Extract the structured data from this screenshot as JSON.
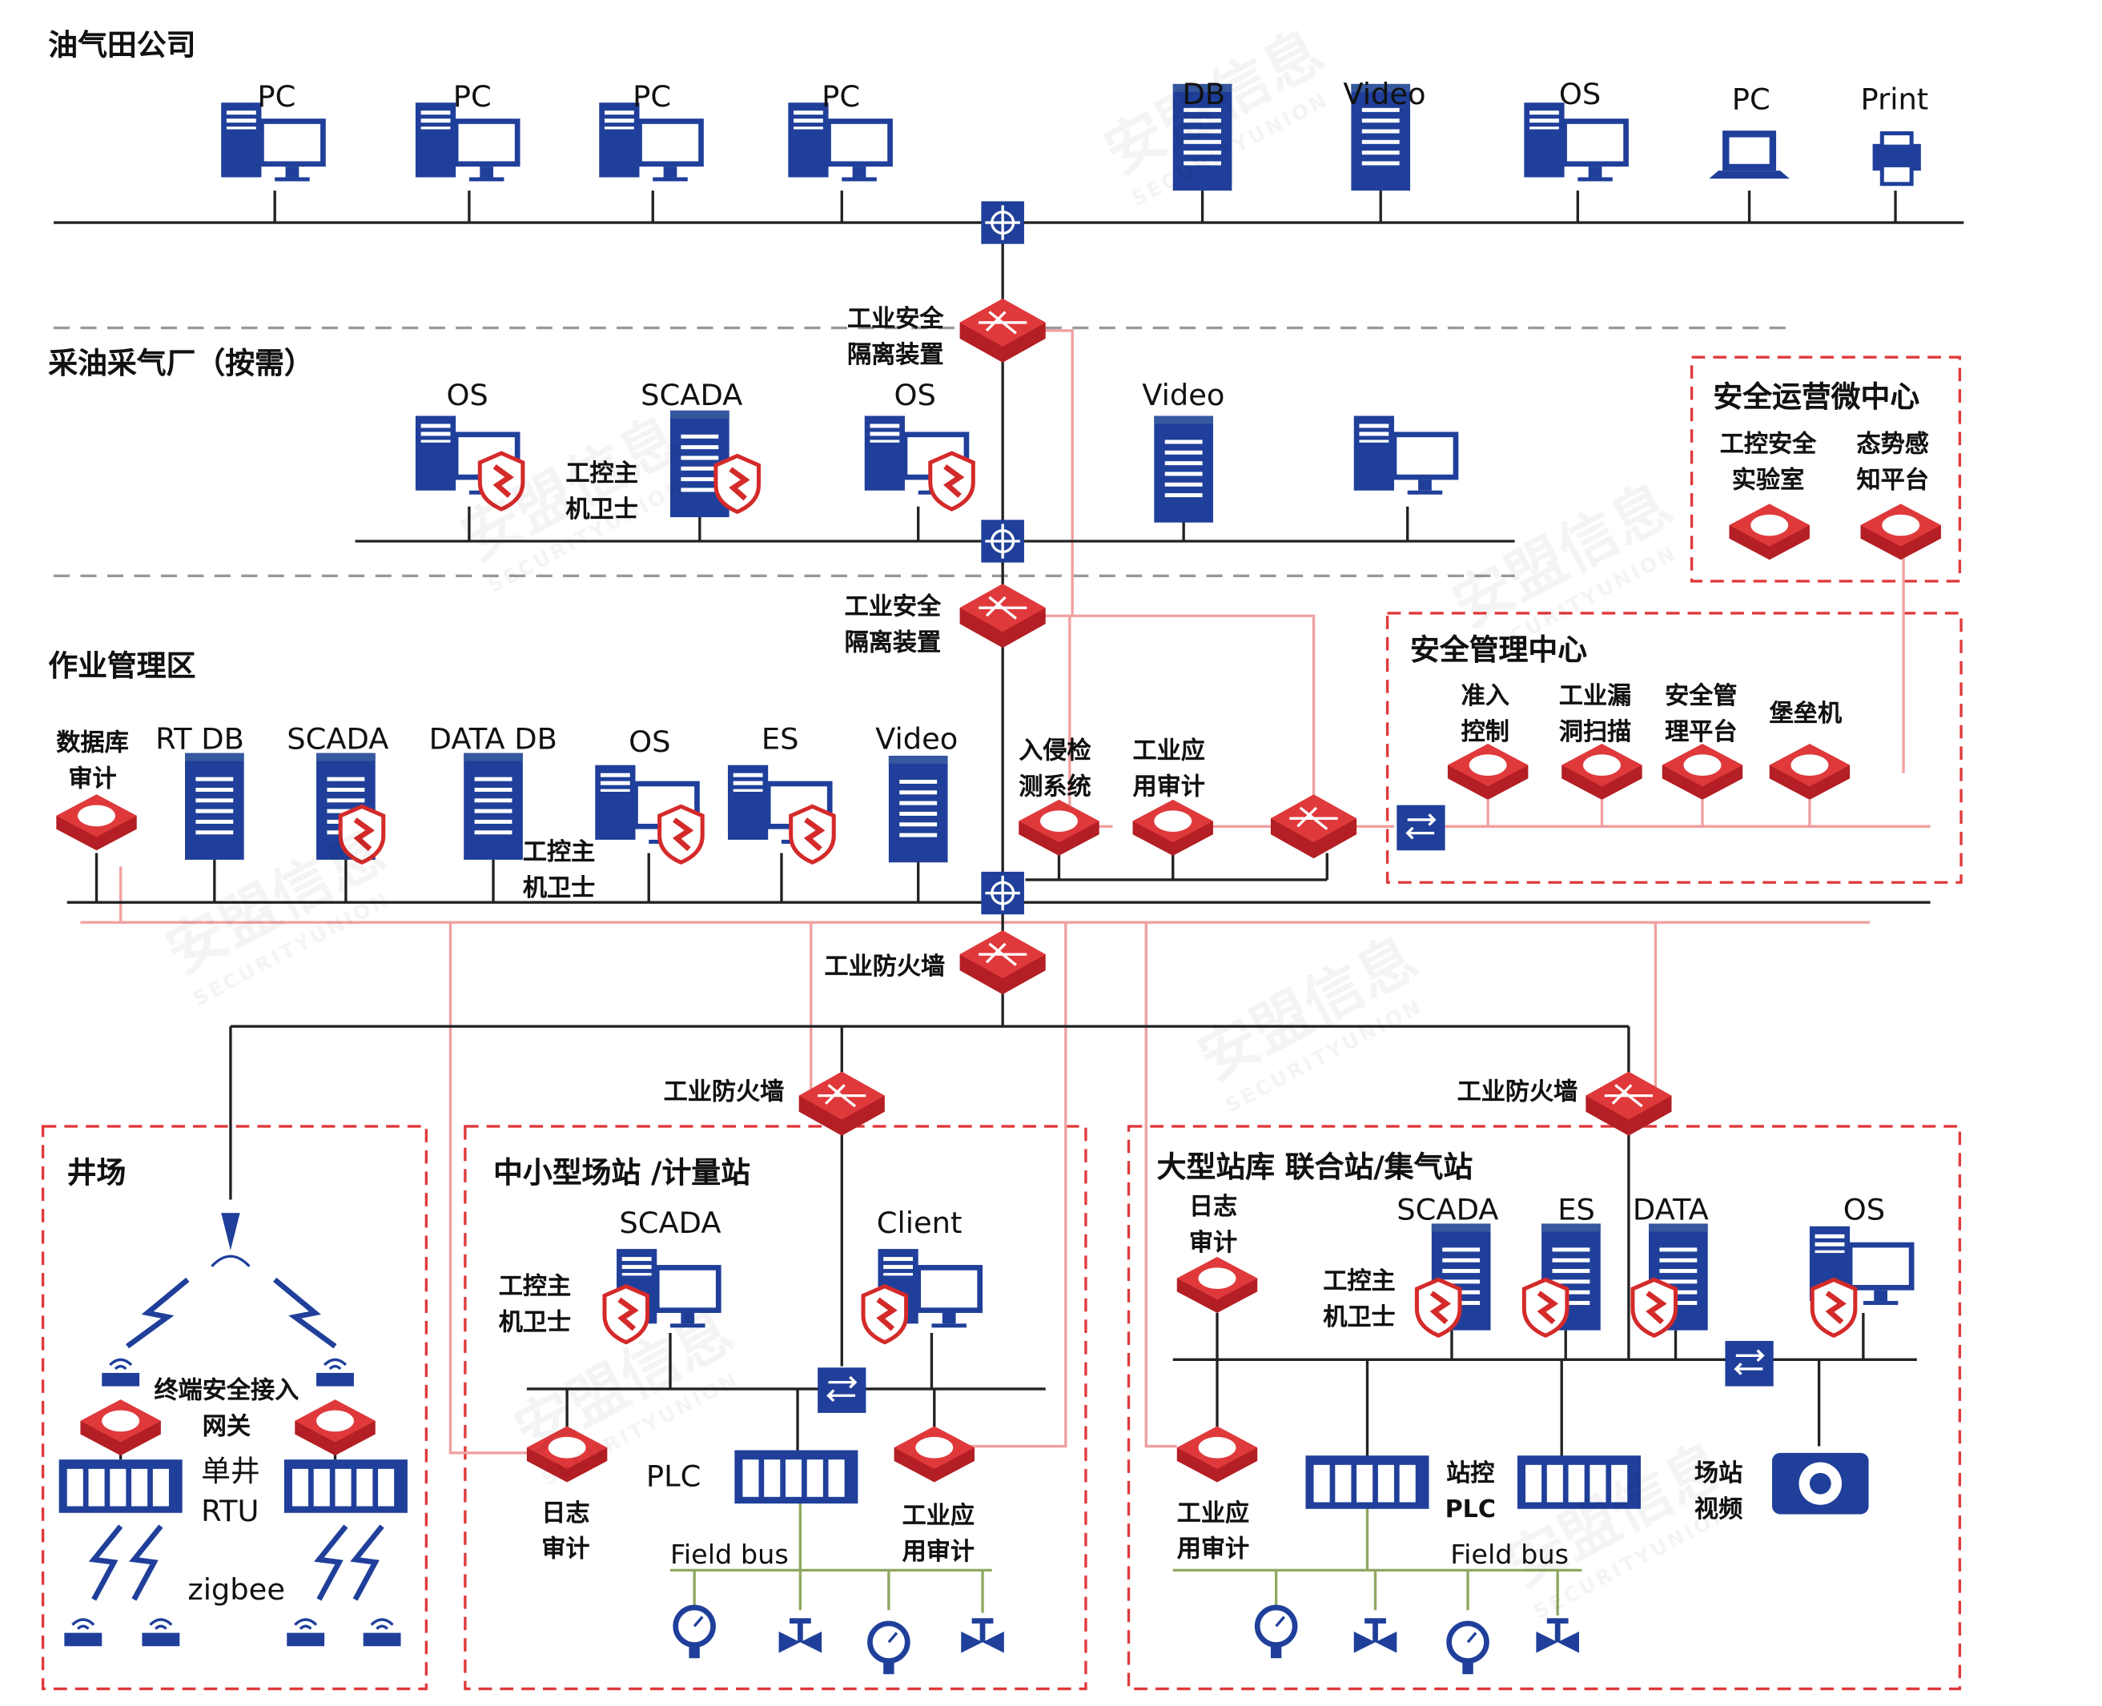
{
  "zones": {
    "company": "油气田公司",
    "plant": "采油采气厂（按需）",
    "ops": "作业管理区",
    "soc_micro": "安全运营微中心",
    "mgmt": "安全管理中心",
    "well": "井场",
    "small_station": "中小型场站 /计量站",
    "large_station": "大型站库 联合站/集气站"
  },
  "company_nodes": [
    "PC",
    "PC",
    "PC",
    "PC",
    "DB",
    "Video",
    "OS",
    "PC",
    "Print"
  ],
  "plant_nodes": [
    "OS",
    "SCADA",
    "OS",
    "Video"
  ],
  "ops_nodes": [
    "RT DB",
    "SCADA",
    "DATA DB",
    "OS",
    "ES",
    "Video"
  ],
  "labels": {
    "isolation1": [
      "工业安全",
      "隔离装置"
    ],
    "isolation2": [
      "工业安全",
      "隔离装置"
    ],
    "host_guard1": [
      "工控主",
      "机卫士"
    ],
    "host_guard2": [
      "工控主",
      "机卫士"
    ],
    "host_guard3": [
      "工控主",
      "机卫士"
    ],
    "host_guard4": [
      "工控主",
      "机卫士"
    ],
    "db_audit": [
      "数据库",
      "审计"
    ],
    "ids": [
      "入侵检",
      "测系统"
    ],
    "app_audit_ops": [
      "工业应",
      "用审计"
    ],
    "fw_main": "工业防火墙",
    "fw_small": "工业防火墙",
    "fw_large": "工业防火墙",
    "lab": [
      "工控安全",
      "实验室"
    ],
    "situation": [
      "态势感",
      "知平台"
    ],
    "nac": [
      "准入",
      "控制"
    ],
    "vuln": [
      "工业漏",
      "洞扫描"
    ],
    "smp": [
      "安全管",
      "理平台"
    ],
    "bastion": [
      "堡垒机"
    ],
    "gateway": [
      "终端安全接入",
      "网关"
    ],
    "single_well": "单井",
    "rtu": "RTU",
    "zigbee": "zigbee",
    "small_scada": "SCADA",
    "small_client": "Client",
    "small_plc": "PLC",
    "log_audit_small": [
      "日志",
      "审计"
    ],
    "app_audit_small": [
      "工业应",
      "用审计"
    ],
    "fieldbus_small": "Field bus",
    "log_audit_large": [
      "日志",
      "审计"
    ],
    "large_scada": "SCADA",
    "large_es": "ES",
    "large_data": "DATA",
    "large_os": "OS",
    "station_plc_cn": "站控",
    "station_plc": "PLC",
    "app_audit_large": [
      "工业应",
      "用审计"
    ],
    "fieldbus_large": "Field bus",
    "station_video": [
      "场站",
      "视频"
    ]
  },
  "watermark": {
    "cn": "安盟信息",
    "en": "SECURITYUNION"
  },
  "colors": {
    "device_blue": "#1f3f9a",
    "security_red": "#d42a2a",
    "link_pink": "#f0a0a0",
    "bus_black": "#222222",
    "fieldbus_green": "#8fa860"
  }
}
